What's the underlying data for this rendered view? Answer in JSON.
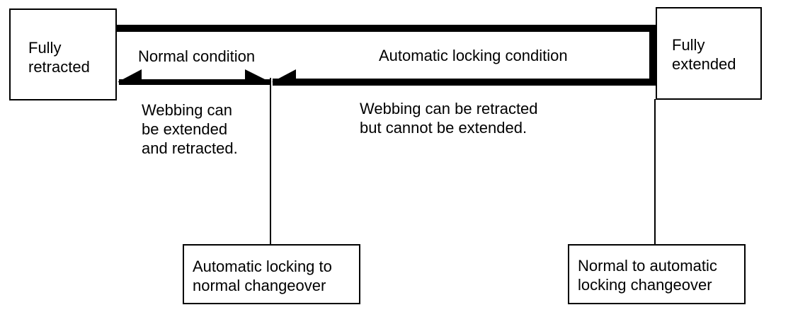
{
  "states": {
    "fully_retracted": "Fully\nretracted",
    "fully_extended": "Fully\nextended"
  },
  "conditions": {
    "normal": "Normal condition",
    "automatic_locking": "Automatic locking condition"
  },
  "descriptions": {
    "normal": "Webbing can\nbe extended\nand retracted.",
    "automatic_locking": "Webbing can be retracted\nbut cannot be extended."
  },
  "changeovers": {
    "auto_to_normal": "Automatic locking to\nnormal changeover",
    "normal_to_auto": "Normal to automatic\nlocking changeover"
  }
}
